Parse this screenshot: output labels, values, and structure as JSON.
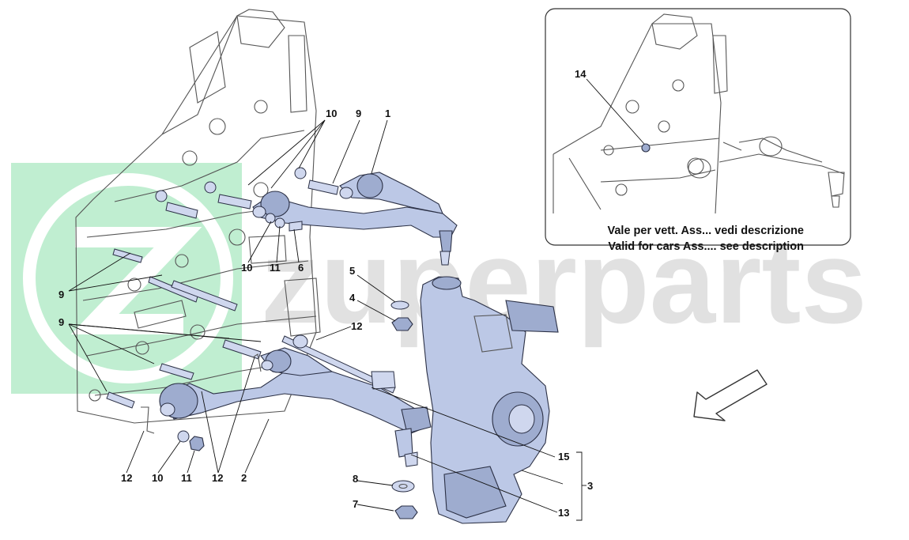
{
  "watermark": {
    "text": "zuperparts",
    "color": "#22c55e"
  },
  "inset": {
    "callout": "14",
    "note_line1": "Vale per vett. Ass... vedi descrizione",
    "note_line2": "Valid for cars Ass.... see description"
  },
  "colors": {
    "part_fill": "#bcc8e6",
    "part_stroke": "#2b3045",
    "frame_line": "#555555"
  },
  "direction_icon": "arrow-down-left-icon",
  "callouts": [
    {
      "id": "c10a",
      "text": "10"
    },
    {
      "id": "c9a",
      "text": "9"
    },
    {
      "id": "c1",
      "text": "1"
    },
    {
      "id": "c10b",
      "text": "10"
    },
    {
      "id": "c11a",
      "text": "11"
    },
    {
      "id": "c6",
      "text": "6"
    },
    {
      "id": "c9b",
      "text": "9"
    },
    {
      "id": "c9c",
      "text": "9"
    },
    {
      "id": "c5",
      "text": "5"
    },
    {
      "id": "c4",
      "text": "4"
    },
    {
      "id": "c12a",
      "text": "12"
    },
    {
      "id": "c15",
      "text": "15"
    },
    {
      "id": "c3",
      "text": "3"
    },
    {
      "id": "c8",
      "text": "8"
    },
    {
      "id": "c7",
      "text": "7"
    },
    {
      "id": "c13",
      "text": "13"
    },
    {
      "id": "c12b",
      "text": "12"
    },
    {
      "id": "c10c",
      "text": "10"
    },
    {
      "id": "c11b",
      "text": "11"
    },
    {
      "id": "c12c",
      "text": "12"
    },
    {
      "id": "c2",
      "text": "2"
    }
  ]
}
